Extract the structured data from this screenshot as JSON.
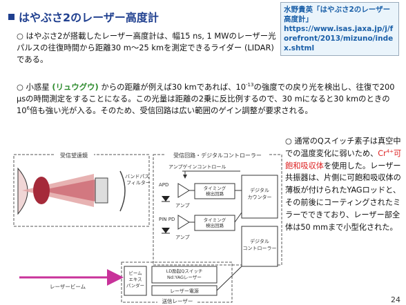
{
  "title": "はやぶさ2のレーザー高度計",
  "reference": {
    "author_title": "水野貴英「はやぶさ2のレーザー高度計」",
    "url": "https://www.isas.jaxa.jp/j/forefront/2013/mizuno/index.shtml"
  },
  "para1": "○ はやぶさ2が搭載したレーザー高度計は、幅15 ns, 1 MWのレーザー光パルスの往復時間から距離30 m～25 kmを測定できるライダー (LIDAR)である。",
  "para2": {
    "prefix": "○ 小惑星 ",
    "highlight": "(リュウグウ)",
    "part1": " からの距離が例えば30 kmであれば、10",
    "exp1": "-13",
    "part2": "の強度での戻り光を検出し、往復で200 μsの時間測定をすることになる。この光量は距離の2乗に反比例するので、30 mになると30 kmのときの10",
    "exp2": "6",
    "part3": "倍も強い光が入る。そのため、受信回路は広い範囲のゲイン調整が要求される。"
  },
  "para3": {
    "part1": "○ 通常のQスイッチ素子は真空中での温度変化に弱いため、",
    "red1": "Cr",
    "red_sup": "4+",
    "red2": "可飽和吸収体",
    "part2": "を使用した。レーザー共振器は、片側に可飽和吸収体の薄板が付けられたYAGロッドと、その前後にコーティングされたミラーでできており、レーザー部全体は50 mmまで小型化された。"
  },
  "diagram": {
    "receiver_telescope": "受信望遠鏡",
    "bandpass_filter": "バンドパスフィルター",
    "receiver_digital_controller": "受信回路・デジタルコントローラー",
    "amp_gain_control": "アンプゲインコントロール",
    "apd": "APD",
    "pin_pd": "PIN PD",
    "amp1": "アンプ",
    "amp2": "アンプ",
    "timing1": "タイミング検出回路",
    "timing2": "タイミング検出回路",
    "digital_counter": "デジタルカウンター",
    "digital_controller": "デジタルコントローラー",
    "ld_laser": "LD励起Qスイッチ Nd:YAGレーザー",
    "laser_power": "レーザー電源",
    "laser_beam": "レーザービーム",
    "beam_expander": "ビームエキスパンダー",
    "transmit_laser": "送信レーザー"
  },
  "page_number": "24"
}
